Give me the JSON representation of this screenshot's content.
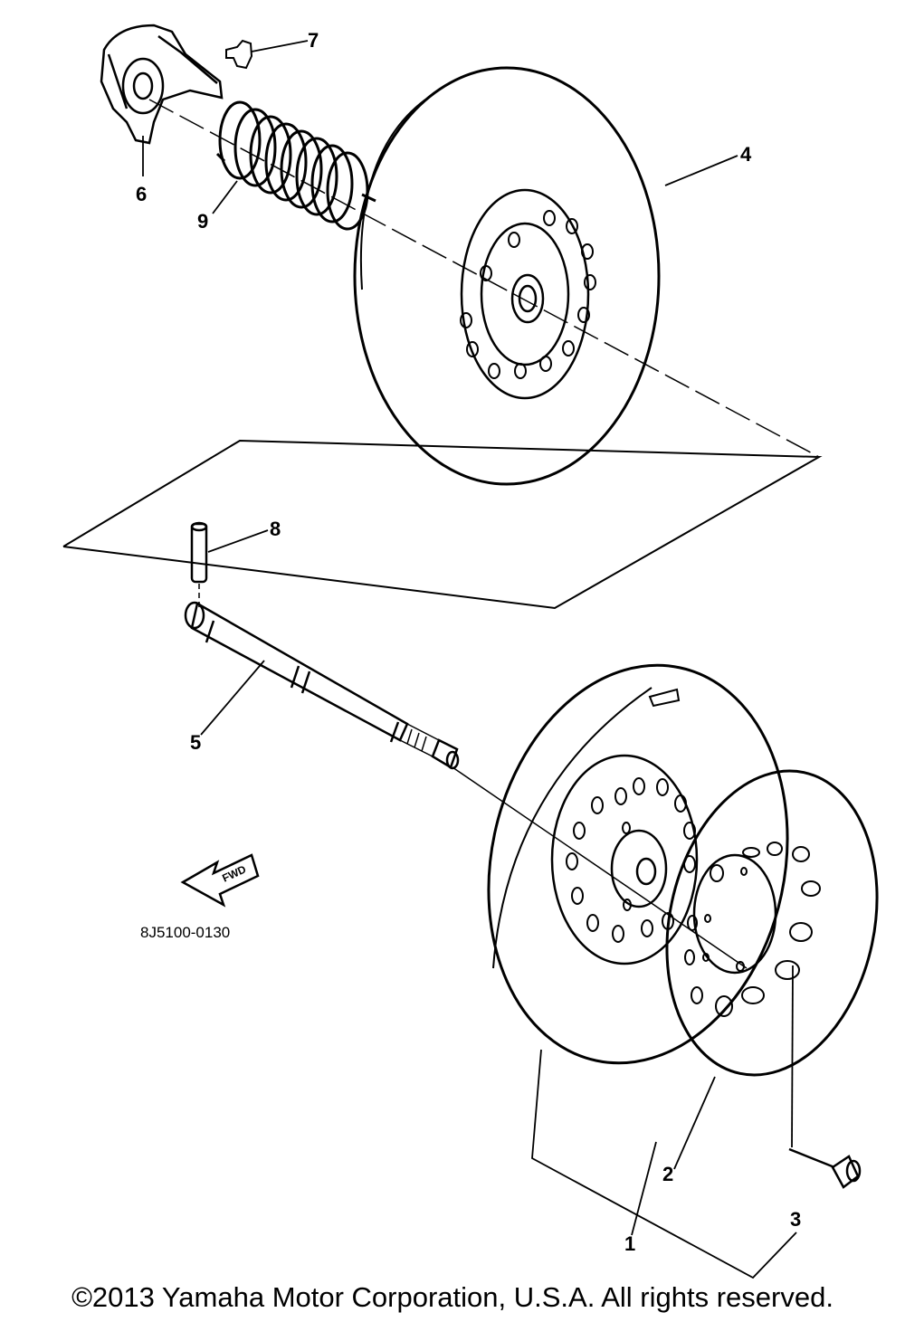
{
  "diagram": {
    "callouts": {
      "c1": "1",
      "c2": "2",
      "c3": "3",
      "c4": "4",
      "c5": "5",
      "c6": "6",
      "c7": "7",
      "c8": "8",
      "c9": "9"
    },
    "part_code": "8J5100-0130",
    "fwd_label": "FWD"
  },
  "copyright": "©2013 Yamaha Motor Corporation, U.S.A. All rights reserved."
}
